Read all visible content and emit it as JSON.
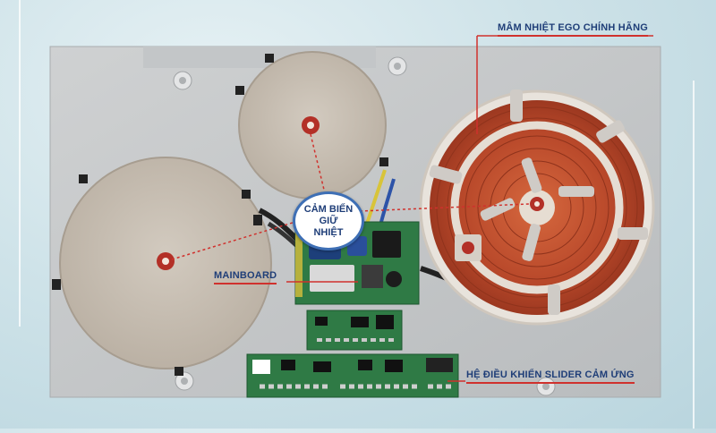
{
  "labels": {
    "coil": "MÂM NHIỆT EGO CHÍNH HÃNG",
    "sensor_line1": "CẢM BIẾN",
    "sensor_line2": "GIỮ",
    "sensor_line3": "NHIỆT",
    "mainboard": "MAINBOARD",
    "slider": "HỆ ĐIỀU KHIỂN SLIDER CẢM ỨNG"
  },
  "colors": {
    "label_text": "#1f3e78",
    "accent_line": "#d0312d",
    "copper": "#c2522e",
    "mica": "#c9c0b4",
    "pcb": "#2f7a45"
  }
}
